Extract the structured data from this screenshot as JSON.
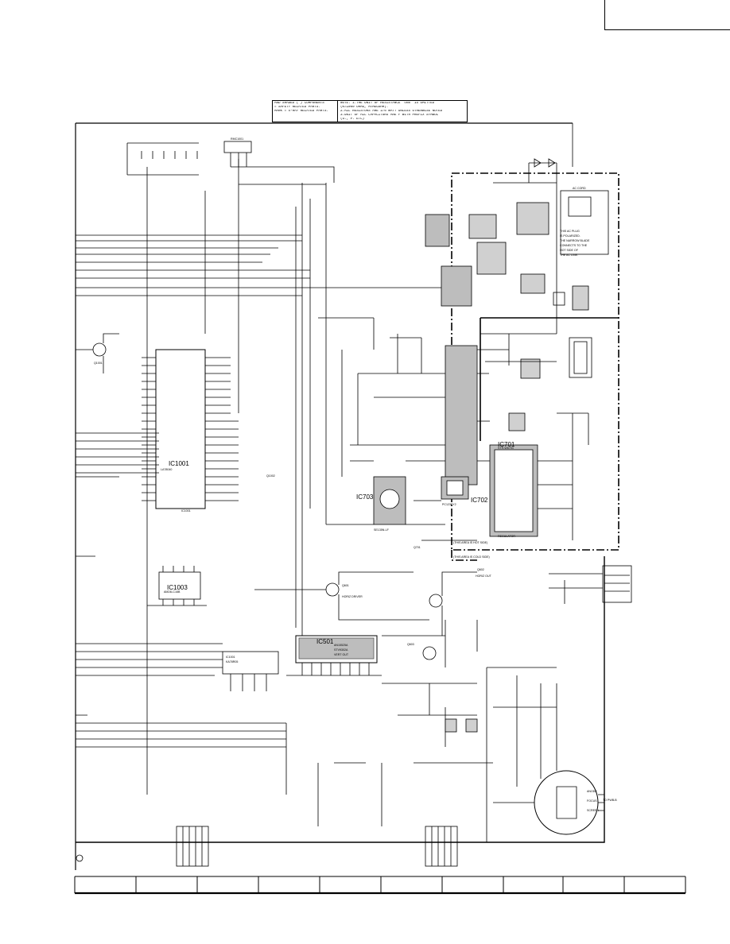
{
  "notes": {
    "legend": [
      "AND SHADED ( ) COMPONENTS",
      "= SAFETY RELATED PARTS.",
      "MARK = X-RAY RELATED PARTS."
    ],
    "remarks": [
      "NOTE: 1.THE UNIT OF RESISTANCE \"ohm\" IS OMITTED",
      "(K=1000 OHMS, M=MEGOHM).",
      "2.ALL RESISTORS ARE 1/6 WATT UNLESS OTHERWISE NOTED",
      "3.UNIT OF ALL CAPACITORS ARE F WITH PREFIX SYMBOL",
      "(u:, P: ETC)"
    ]
  },
  "ics": {
    "ic501": {
      "ref": "IC501",
      "part": "AN15525A",
      "desc1": "STV9302A",
      "desc2": "VERT OUT"
    },
    "ic703": {
      "ref": "IC703",
      "part": "SE135N-LF"
    },
    "ic702": {
      "ref": "IC702",
      "part": "PC123FY2"
    },
    "ic701": {
      "ref": "IC701",
      "part": "STR-W6753",
      "desc": "REGULATOR"
    },
    "ic1003": {
      "ref": "IC1003",
      "part": "AM24LC16B"
    },
    "ic1001": {
      "ref": "IC1001",
      "part": "LA78040"
    },
    "ic1001_alt": {
      "ref": "IC1001",
      "part": "KA78R05"
    }
  },
  "labels": {
    "hot_area": "(THIS AREA IS HOT SIDE)",
    "cold_area": "(THIS AREA IS COLD SIDE)",
    "polarized_note": [
      "THIS AC PLUG",
      "IS POLARIZED.",
      "THE NARROW BLADE",
      "CONNECTS TO THE",
      "HOT SIDE OF",
      "THE AC LINE."
    ],
    "ac_cord": "AC CORD",
    "horiz_driver": "HORIZ DRIVER",
    "horiz_out": "HORIZ OUT",
    "to_pwb": "TO PWB-B",
    "anode": "ANODE",
    "focus": "FOCUS",
    "screen": "SCREEN",
    "q701": "Q701",
    "q602": "Q602",
    "q601": "Q601",
    "q603": "Q603",
    "q1001": "Q1001",
    "q1002": "Q1002",
    "rmc1001": "RMC1001",
    "ic1001_u": "IC1001"
  },
  "footer_cells": [
    "",
    "",
    "",
    "",
    "",
    "",
    "",
    "",
    "",
    ""
  ]
}
